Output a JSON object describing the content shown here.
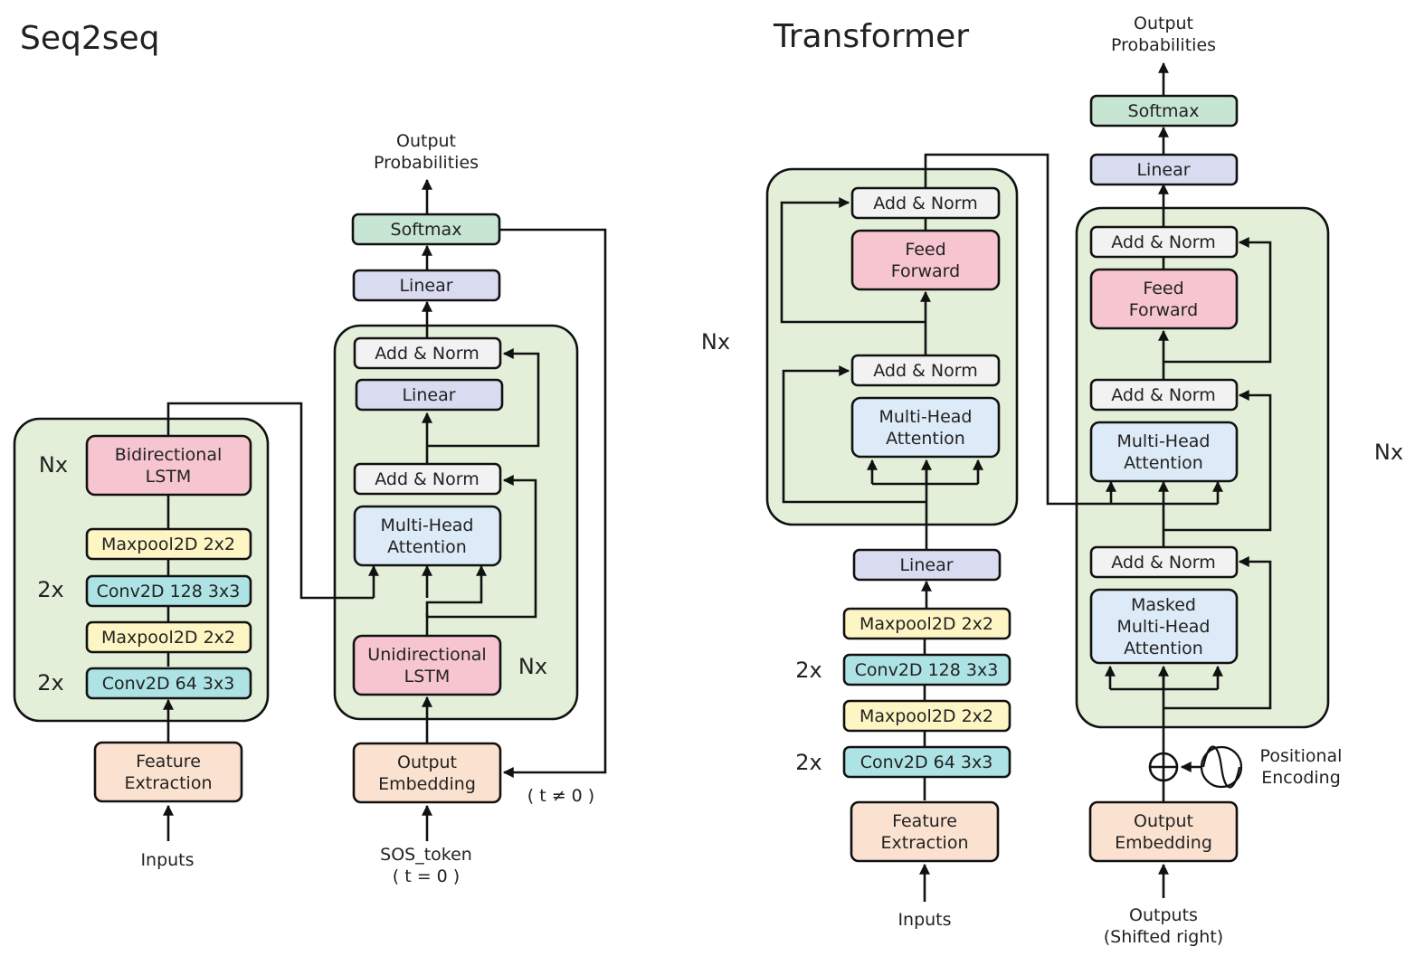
{
  "colors": {
    "green_container": "#e3efd9",
    "pink": "#f6c5d0",
    "yellow": "#fdf5c3",
    "cyan": "#ade3e5",
    "peach": "#fbe1d0",
    "lavender": "#d9dcf1",
    "mint": "#c7e5d3",
    "gray": "#f2f2f2",
    "lightblue": "#ddeaf7"
  },
  "seq2seq": {
    "title": "Seq2seq",
    "encoder": {
      "nx": "Nx",
      "bidirectional_lstm": "Bidirectional\nLSTM",
      "maxpool_top": "Maxpool2D 2x2",
      "rep_top": "2x",
      "conv128": "Conv2D 128 3x3",
      "maxpool_bottom": "Maxpool2D 2x2",
      "rep_bottom": "2x",
      "conv64": "Conv2D 64 3x3",
      "feature_extraction": "Feature\nExtraction",
      "input_label": "Inputs"
    },
    "decoder": {
      "output_label": "Output\nProbabilities",
      "softmax": "Softmax",
      "linear_out": "Linear",
      "add_norm_top": "Add & Norm",
      "linear_inner": "Linear",
      "add_norm_mid": "Add & Norm",
      "attention": "Multi-Head\nAttention",
      "unidirectional_lstm": "Unidirectional\nLSTM",
      "nx": "Nx",
      "output_embedding": "Output\nEmbedding",
      "sos_label": "SOS_token\n( t = 0 )",
      "feedback_label": "( t ≠ 0 )"
    }
  },
  "transformer": {
    "title": "Transformer",
    "encoder": {
      "nx": "Nx",
      "add_norm_top": "Add & Norm",
      "feed_forward": "Feed\nForward",
      "add_norm_bottom": "Add & Norm",
      "attention": "Multi-Head\nAttention",
      "linear": "Linear",
      "maxpool_top": "Maxpool2D 2x2",
      "rep_top": "2x",
      "conv128": "Conv2D 128 3x3",
      "maxpool_bottom": "Maxpool2D 2x2",
      "rep_bottom": "2x",
      "conv64": "Conv2D 64 3x3",
      "feature_extraction": "Feature\nExtraction",
      "input_label": "Inputs"
    },
    "decoder": {
      "output_label": "Output\nProbabilities",
      "softmax": "Softmax",
      "linear": "Linear",
      "add_norm_top": "Add & Norm",
      "feed_forward": "Feed\nForward",
      "add_norm_mid": "Add & Norm",
      "cross_attention": "Multi-Head\nAttention",
      "add_norm_bottom": "Add & Norm",
      "masked_attention": "Masked\nMulti-Head\nAttention",
      "nx": "Nx",
      "positional_label": "Positional\nEncoding",
      "output_embedding": "Output\nEmbedding",
      "input_label": "Outputs\n(Shifted right)"
    }
  }
}
